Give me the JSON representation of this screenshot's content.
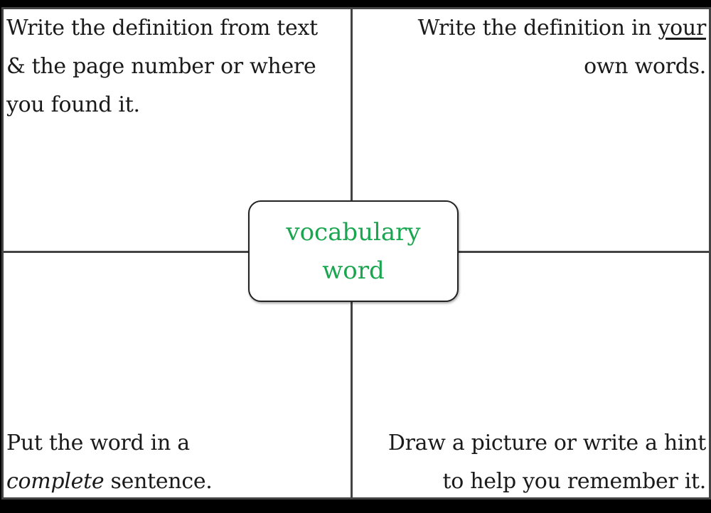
{
  "center": {
    "line1": "vocabulary",
    "line2": "word",
    "color": "#1aa650"
  },
  "quadrants": {
    "top_left": {
      "line1": "Write the definition from text",
      "line2": "& the page number or where",
      "line3": "you found it."
    },
    "top_right": {
      "line1_prefix": "Write the definition in ",
      "line1_underlined": "your",
      "line2": "own words."
    },
    "bottom_left": {
      "line1": "Put the word in a",
      "line2_italic": "complete",
      "line2_rest": " sentence."
    },
    "bottom_right": {
      "line1": "Draw a picture or write a hint",
      "line2": "to help you remember it."
    }
  }
}
